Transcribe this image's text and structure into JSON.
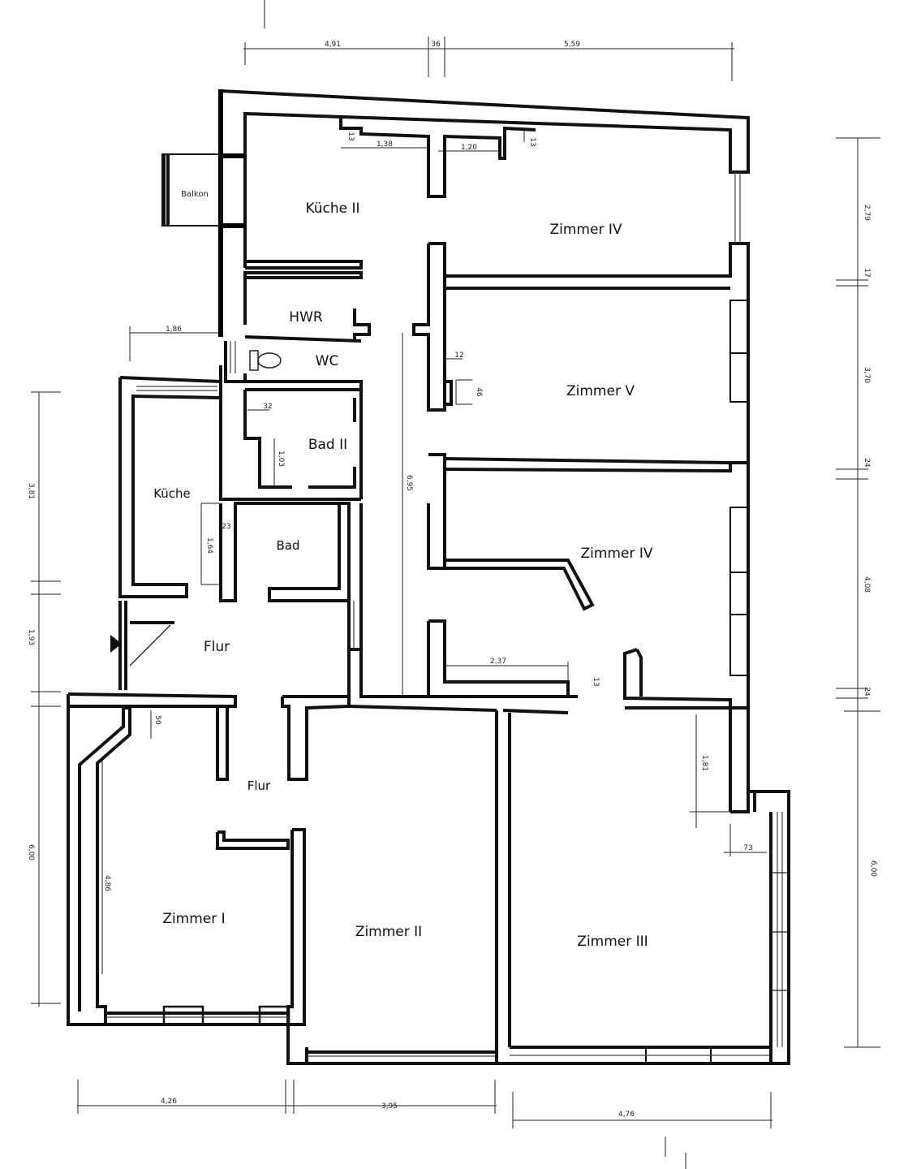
{
  "rooms": {
    "kueche_ii": "Küche II",
    "zimmer_iv_top": "Zimmer IV",
    "hwr": "HWR",
    "wc": "WC",
    "zimmer_v": "Zimmer V",
    "bad_ii": "Bad II",
    "kueche": "Küche",
    "bad": "Bad",
    "zimmer_iv_mid": "Zimmer IV",
    "flur_upper": "Flur",
    "flur_lower": "Flur",
    "zimmer_i": "Zimmer I",
    "zimmer_ii": "Zimmer II",
    "zimmer_iii": "Zimmer III",
    "balkon": "Balkon"
  },
  "dimensions": {
    "top_left": "4,91",
    "top_mid": "36",
    "top_right": "5,59",
    "right_1": "2,79",
    "right_2": "17",
    "right_3": "3,70",
    "right_4": "24",
    "right_5": "4,08",
    "right_6": "24",
    "right_7": "6,00",
    "left_1": "3,81",
    "left_2": "1,93",
    "left_3": "6,00",
    "bottom_1": "4,26",
    "bottom_2": "3,95",
    "bottom_3": "4,76",
    "d_186": "1,86",
    "d_138": "1,38",
    "d_120": "1,20",
    "d_13a": "13",
    "d_13b": "13",
    "d_13c": "13",
    "d_12": "12",
    "d_46": "46",
    "d_32": "32",
    "d_103": "1,03",
    "d_23": "23",
    "d_164": "1,64",
    "d_695": "6,95",
    "d_237": "2,37",
    "d_50": "50",
    "d_486": "4,86",
    "d_181": "1,81",
    "d_73": "73"
  }
}
